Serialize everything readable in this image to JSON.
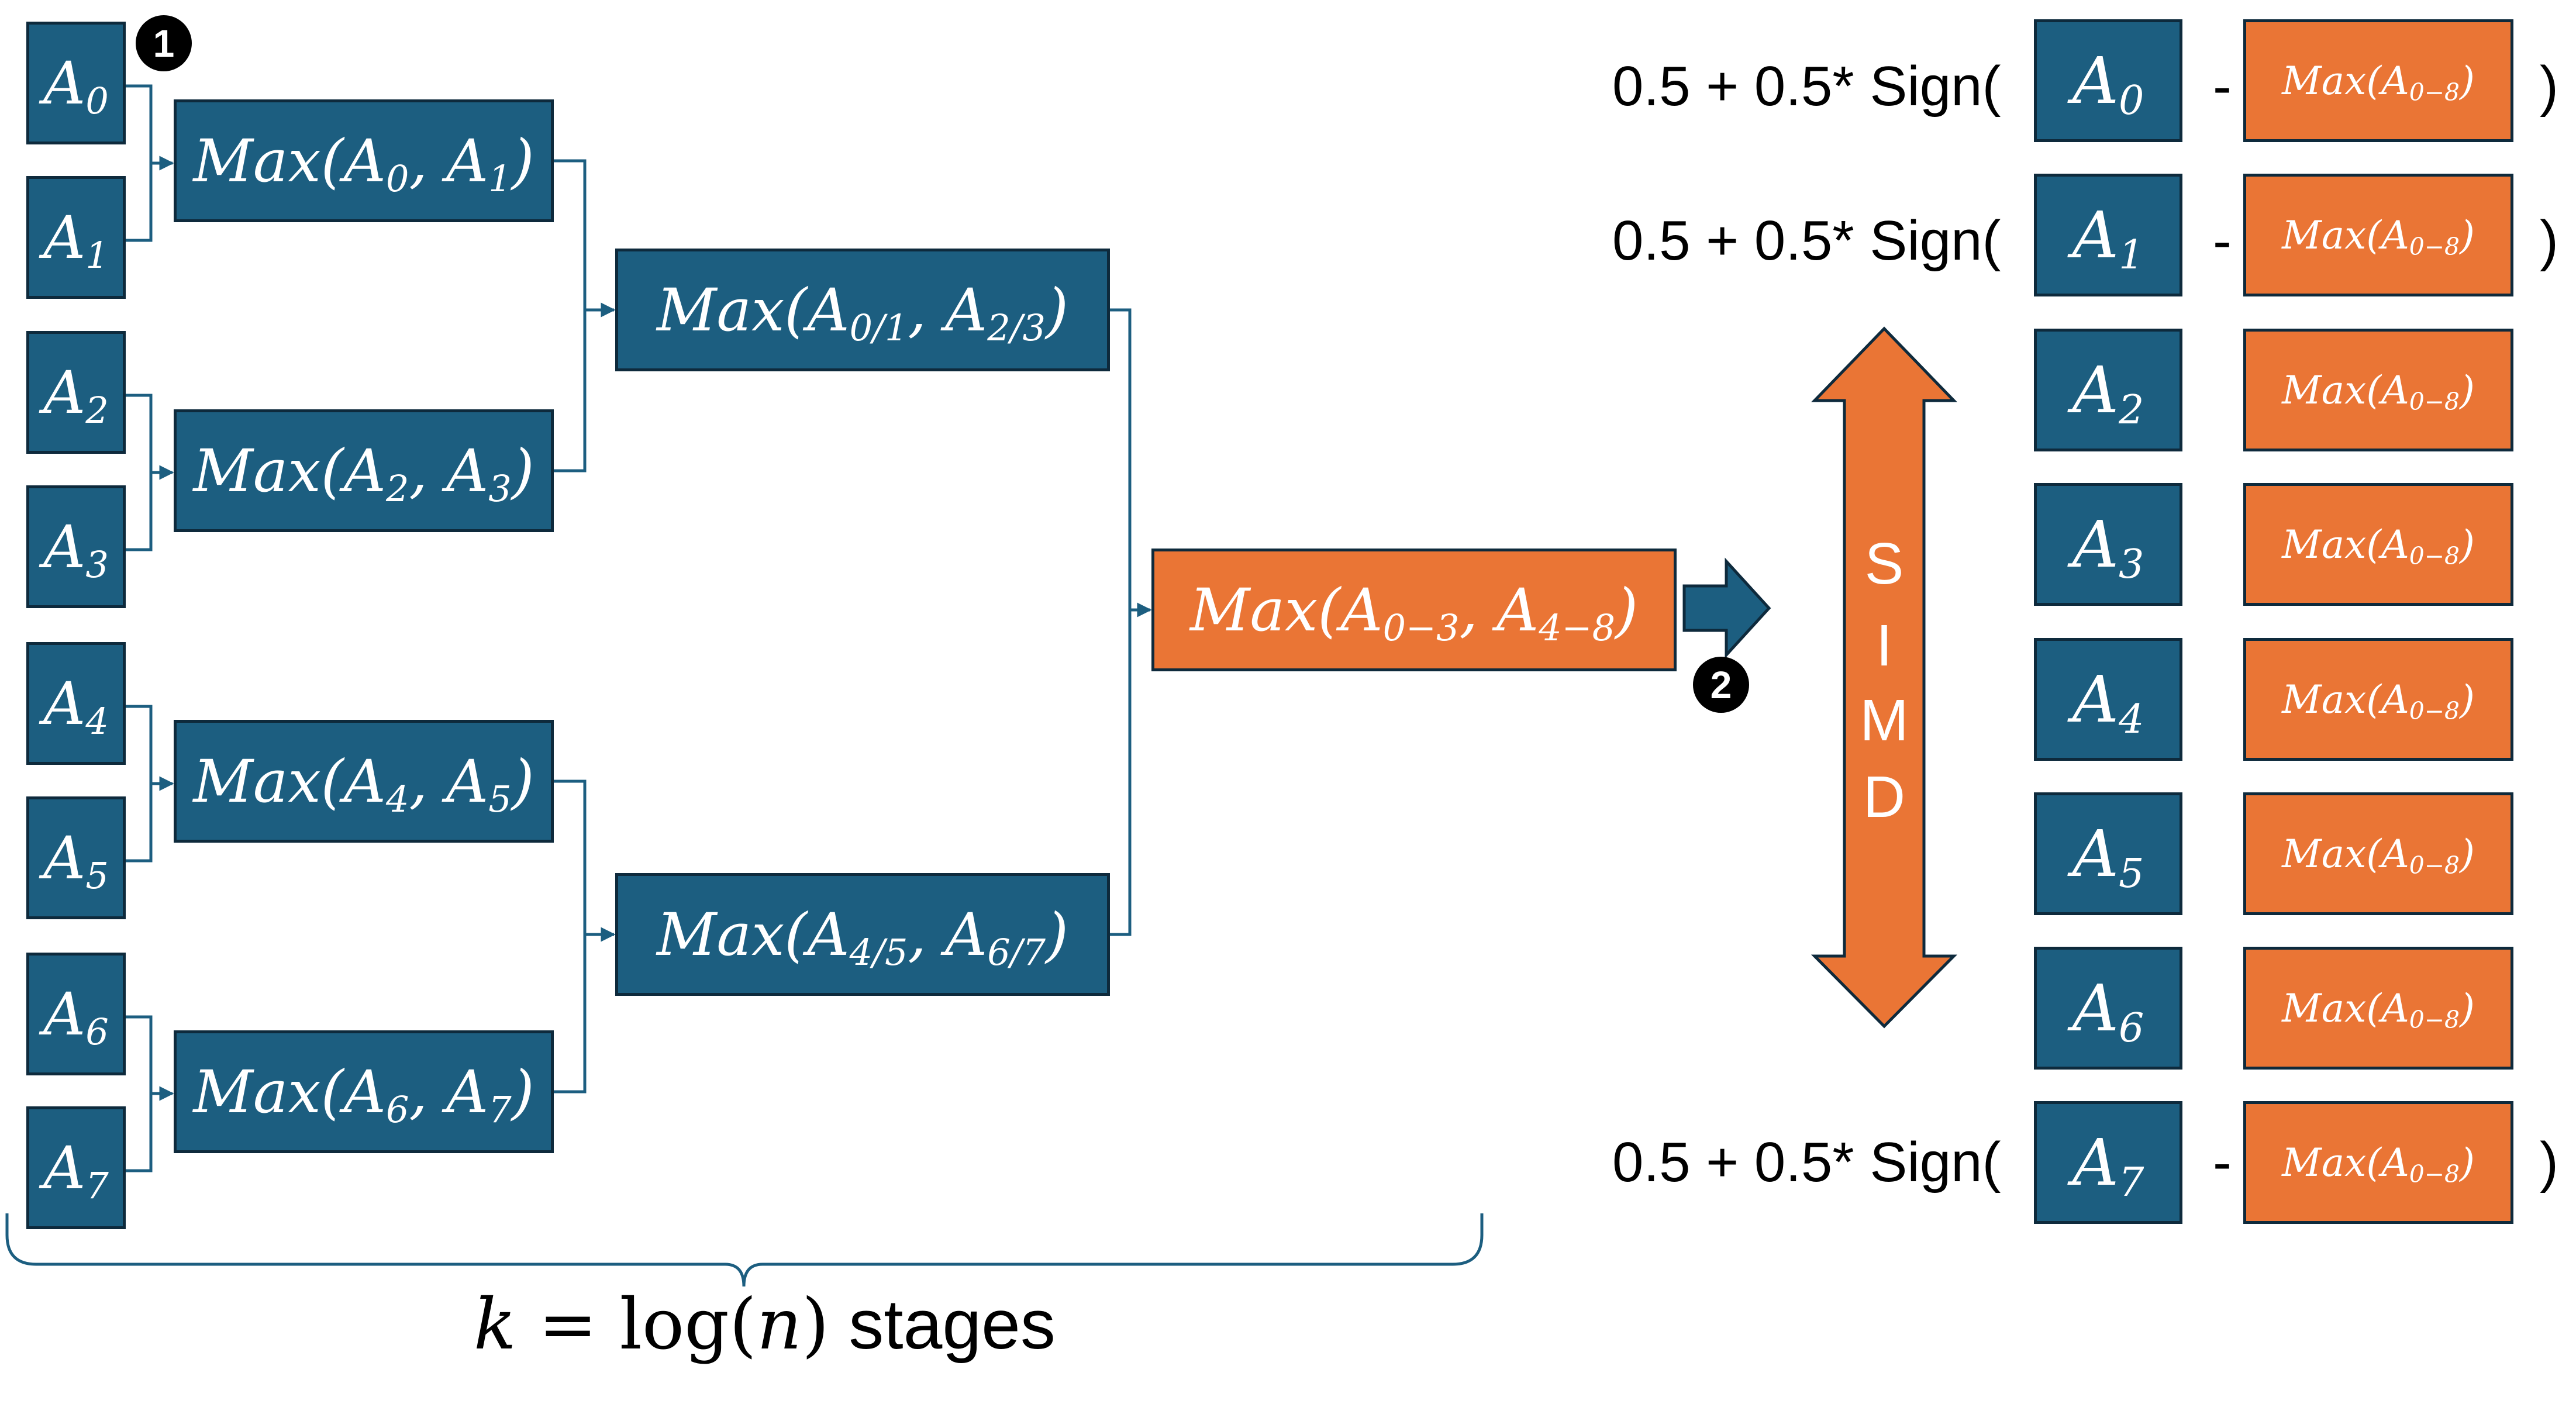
{
  "inputs": [
    {
      "base": "A",
      "sub": "0"
    },
    {
      "base": "A",
      "sub": "1"
    },
    {
      "base": "A",
      "sub": "2"
    },
    {
      "base": "A",
      "sub": "3"
    },
    {
      "base": "A",
      "sub": "4"
    },
    {
      "base": "A",
      "sub": "5"
    },
    {
      "base": "A",
      "sub": "6"
    },
    {
      "base": "A",
      "sub": "7"
    }
  ],
  "stage1": [
    {
      "fn": "Max(",
      "a": "A",
      "a_sub": "0",
      "sep": ", ",
      "b": "A",
      "b_sub": "1",
      "close": ")"
    },
    {
      "fn": "Max(",
      "a": "A",
      "a_sub": "2",
      "sep": ", ",
      "b": "A",
      "b_sub": "3",
      "close": ")"
    },
    {
      "fn": "Max(",
      "a": "A",
      "a_sub": "4",
      "sep": ", ",
      "b": "A",
      "b_sub": "5",
      "close": ")"
    },
    {
      "fn": "Max(",
      "a": "A",
      "a_sub": "6",
      "sep": ", ",
      "b": "A",
      "b_sub": "7",
      "close": ")"
    }
  ],
  "stage2": [
    {
      "fn": "Max(",
      "a": "A",
      "a_sub": "0/1",
      "sep": ", ",
      "b": "A",
      "b_sub": "2/3",
      "close": ")"
    },
    {
      "fn": "Max(",
      "a": "A",
      "a_sub": "4/5",
      "sep": ", ",
      "b": "A",
      "b_sub": "6/7",
      "close": ")"
    }
  ],
  "final": {
    "fn": "Max(",
    "a": "A",
    "a_sub": "0−3",
    "sep": ", ",
    "b": "A",
    "b_sub": "4−8",
    "close": ")"
  },
  "badges": [
    "1",
    "2"
  ],
  "simd": {
    "letters": [
      "S",
      "I",
      "M",
      "D"
    ]
  },
  "right": {
    "sign_label": "0.5 + 0.5* Sign(",
    "minus": "-",
    "close_paren": ")",
    "max_label": {
      "fn": "Max(",
      "a": "A",
      "a_sub": "0−8",
      "close": ")"
    },
    "rows": [
      {
        "base": "A",
        "sub": "0",
        "has_sign": true
      },
      {
        "base": "A",
        "sub": "1",
        "has_sign": true
      },
      {
        "base": "A",
        "sub": "2",
        "has_sign": false
      },
      {
        "base": "A",
        "sub": "3",
        "has_sign": false
      },
      {
        "base": "A",
        "sub": "4",
        "has_sign": false
      },
      {
        "base": "A",
        "sub": "5",
        "has_sign": false
      },
      {
        "base": "A",
        "sub": "6",
        "has_sign": false
      },
      {
        "base": "A",
        "sub": "7",
        "has_sign": true
      }
    ]
  },
  "caption": {
    "k": "k",
    "eq": " = log(",
    "n": "n",
    "close": ")",
    "suffix": " stages"
  },
  "colors": {
    "blue": "#1c5e80",
    "orange": "#ea7535",
    "border": "#0e2a3c",
    "line": "#1c5e80"
  }
}
